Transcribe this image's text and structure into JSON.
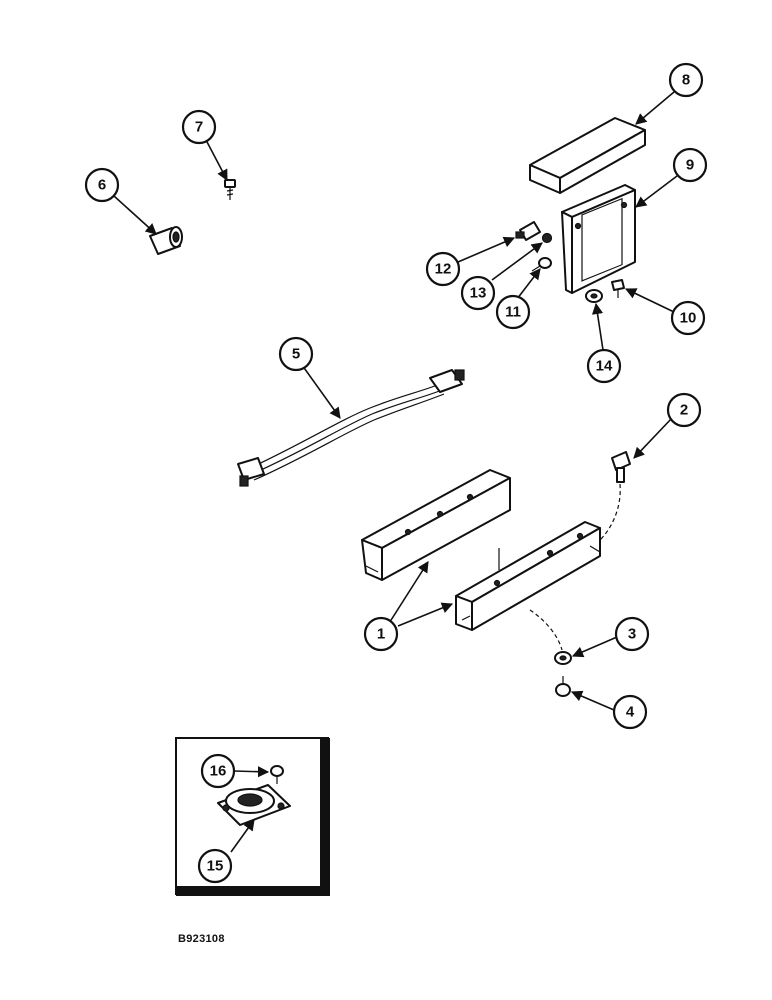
{
  "callouts": [
    "1",
    "2",
    "3",
    "4",
    "5",
    "6",
    "7",
    "8",
    "9",
    "10",
    "11",
    "12",
    "13",
    "14",
    "15",
    "16"
  ],
  "figure_id": "B923108"
}
